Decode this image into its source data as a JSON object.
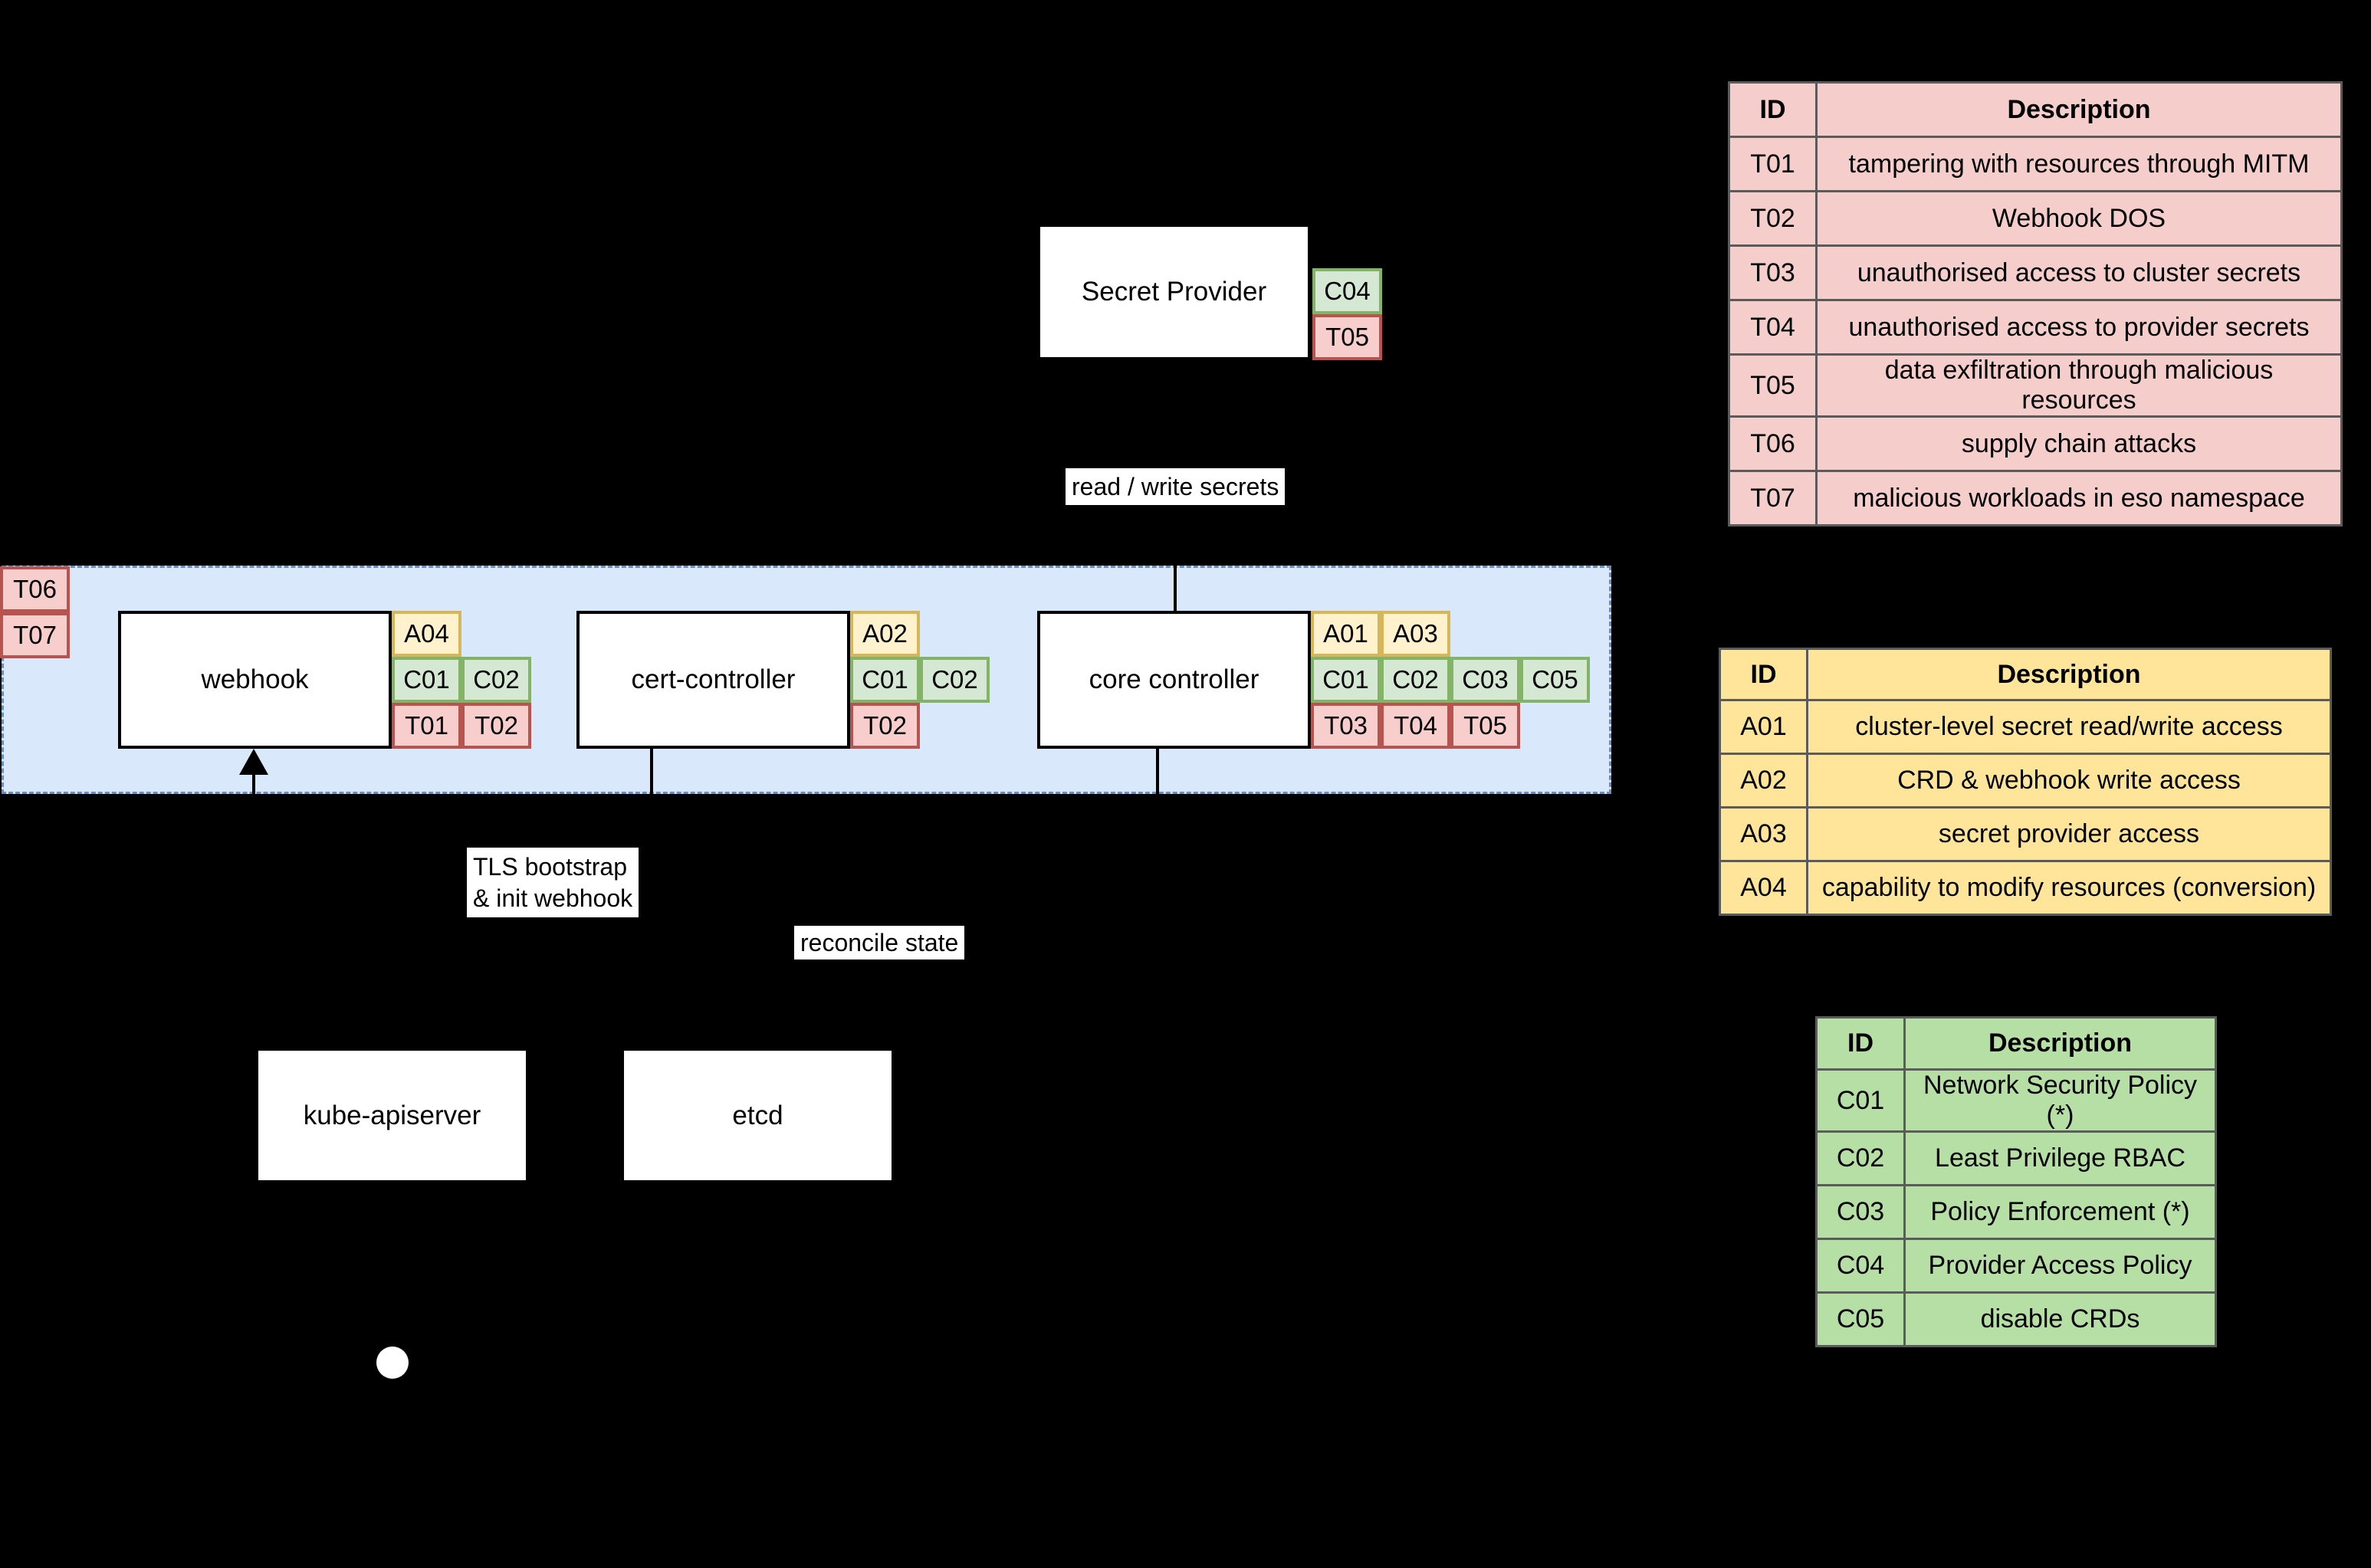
{
  "nodes": {
    "secret_provider": "Secret Provider",
    "webhook": "webhook",
    "cert_controller": "cert-controller",
    "core_controller": "core controller",
    "kube_apiserver": "kube-apiserver",
    "etcd": "etcd"
  },
  "edge_labels": {
    "read_write_secrets": "read / write secrets",
    "tls_bootstrap_line1": "TLS bootstrap",
    "tls_bootstrap_line2": "& init webhook",
    "reconcile_state": "reconcile state"
  },
  "badges": {
    "secret_provider": {
      "c": [
        "C04"
      ],
      "t": [
        "T05"
      ]
    },
    "boundary": [
      "T06",
      "T07"
    ],
    "webhook": {
      "a": [
        "A04"
      ],
      "c": [
        "C01",
        "C02"
      ],
      "t": [
        "T01",
        "T02"
      ]
    },
    "cert_controller": {
      "a": [
        "A02"
      ],
      "c": [
        "C01",
        "C02"
      ],
      "t": [
        "T02"
      ]
    },
    "core_controller": {
      "a": [
        "A01",
        "A03"
      ],
      "c": [
        "C01",
        "C02",
        "C03",
        "C05"
      ],
      "t": [
        "T03",
        "T04",
        "T05"
      ]
    }
  },
  "tables": {
    "threats": {
      "headers": {
        "id": "ID",
        "description": "Description"
      },
      "rows": [
        {
          "id": "T01",
          "description": "tampering with resources through MITM"
        },
        {
          "id": "T02",
          "description": "Webhook DOS"
        },
        {
          "id": "T03",
          "description": "unauthorised access to cluster secrets"
        },
        {
          "id": "T04",
          "description": "unauthorised access to provider secrets"
        },
        {
          "id": "T05",
          "description": "data exfiltration through malicious resources"
        },
        {
          "id": "T06",
          "description": "supply chain attacks"
        },
        {
          "id": "T07",
          "description": "malicious workloads in eso namespace"
        }
      ]
    },
    "access": {
      "headers": {
        "id": "ID",
        "description": "Description"
      },
      "rows": [
        {
          "id": "A01",
          "description": "cluster-level secret read/write access"
        },
        {
          "id": "A02",
          "description": "CRD & webhook write access"
        },
        {
          "id": "A03",
          "description": "secret provider access"
        },
        {
          "id": "A04",
          "description": "capability to modify resources (conversion)"
        }
      ]
    },
    "controls": {
      "headers": {
        "id": "ID",
        "description": "Description"
      },
      "rows": [
        {
          "id": "C01",
          "description": "Network Security Policy (*)"
        },
        {
          "id": "C02",
          "description": "Least Privilege RBAC"
        },
        {
          "id": "C03",
          "description": "Policy Enforcement (*)"
        },
        {
          "id": "C04",
          "description": "Provider Access Policy"
        },
        {
          "id": "C05",
          "description": "disable CRDs"
        }
      ]
    }
  },
  "colors": {
    "background": "#000000",
    "threat_fill": "#f8cecc",
    "threat_border": "#b85450",
    "access_fill": "#fff2cc",
    "access_border": "#d6b656",
    "control_fill": "#d5e8d4",
    "control_border": "#82b366",
    "boundary_fill": "#dae8fc",
    "boundary_border": "#6c8ebf",
    "threat_table_fill": "#f5cecb",
    "access_table_fill": "#ffe59a",
    "control_table_fill": "#b6dfa6",
    "table_border": "#5b5b5b",
    "node_fill": "#ffffff"
  }
}
